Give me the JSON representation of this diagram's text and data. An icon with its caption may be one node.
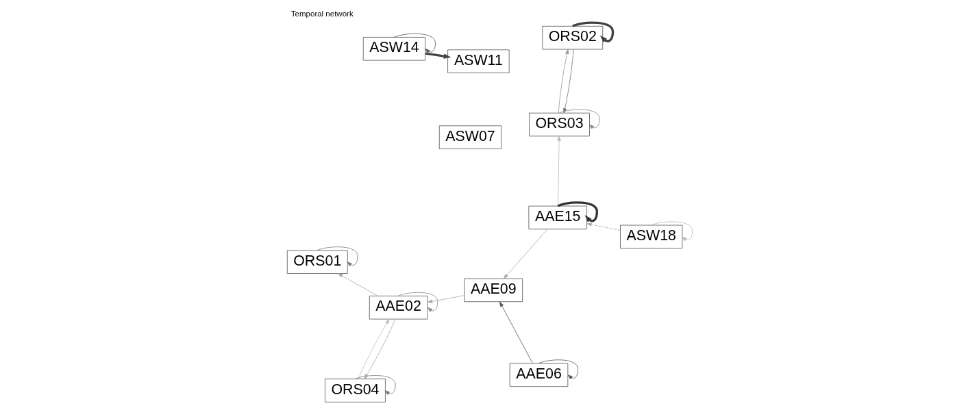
{
  "diagram": {
    "title": "Temporal network",
    "nodes": [
      {
        "text": [
          "ORS02"
        ]
      },
      {
        "text": [
          "ASW14"
        ]
      },
      {
        "text": [
          "ASW11"
        ]
      },
      {
        "text": [
          "ORS03"
        ]
      },
      {
        "text": [
          "ORS04"
        ]
      },
      {
        "text": [
          "ORS01"
        ]
      },
      {
        "text": [
          "ASW18"
        ]
      },
      {
        "text": [
          "ASW07"
        ]
      },
      {
        "text": [
          "AAE02"
        ]
      },
      {
        "text": [
          "AAE09"
        ]
      },
      {
        "text": [
          "AAE15"
        ]
      },
      {
        "text": [
          "AAE06"
        ]
      }
    ],
    "edges": [
      {
        "from": 0,
        "to": 0,
        "arrow": "to",
        "style": "thick",
        "color": "#404040"
      },
      {
        "from": 1,
        "to": 1,
        "arrow": "to",
        "color": "#555555"
      },
      {
        "from": 1,
        "to": 2,
        "arrow": "to",
        "style": "thick",
        "color": "#444444"
      },
      {
        "from": 0,
        "to": 3,
        "arrow": "to",
        "color": "#777777"
      },
      {
        "from": 3,
        "to": 0,
        "arrow": "to",
        "color": "#999999"
      },
      {
        "from": 3,
        "to": 3,
        "arrow": "to",
        "color": "#888888"
      },
      {
        "from": 4,
        "to": 4,
        "arrow": "to",
        "color": "#777777"
      },
      {
        "from": 5,
        "to": 5,
        "arrow": "to",
        "color": "#777777"
      },
      {
        "from": 4,
        "to": 8,
        "arrow": "to",
        "color": "#c0c0c0"
      },
      {
        "from": 8,
        "to": 4,
        "arrow": "to",
        "color": "#aaaaaa"
      },
      {
        "from": 8,
        "to": 5,
        "arrow": "to",
        "color": "#aaaaaa"
      },
      {
        "from": 8,
        "to": 8,
        "arrow": "to",
        "color": "#888888"
      },
      {
        "from": 9,
        "to": 8,
        "arrow": "to",
        "color": "#aaaaaa"
      },
      {
        "from": 6,
        "to": 6,
        "arrow": "to",
        "color": "#bbbbbb"
      },
      {
        "from": 6,
        "to": 10,
        "arrow": "to",
        "style": "dashed",
        "color": "#aaaaaa"
      },
      {
        "from": 10,
        "to": 3,
        "arrow": "to",
        "color": "#bbbbbb"
      },
      {
        "from": 10,
        "to": 10,
        "arrow": "to",
        "style": "thick",
        "color": "#333333"
      },
      {
        "from": 10,
        "to": 9,
        "arrow": "to",
        "color": "#aaaaaa"
      },
      {
        "from": 11,
        "to": 9,
        "arrow": "to",
        "color": "#555555"
      },
      {
        "from": 11,
        "to": 11,
        "arrow": "to",
        "color": "#555555"
      }
    ]
  }
}
